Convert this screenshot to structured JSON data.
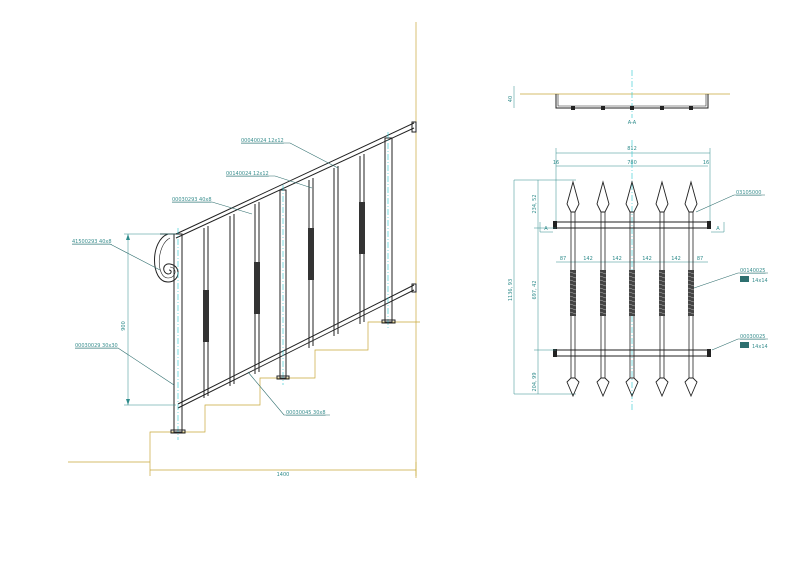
{
  "colors": {
    "background": "#ffffff",
    "outline": "#222222",
    "dimension": "#2e8b8b",
    "centerline": "#27c7d0",
    "ground": "#c9a83a",
    "leader": "#2e6d6d"
  },
  "side_view": {
    "labels": {
      "top_rail_bar": "00040024  12x12",
      "sub_rail_bar": "00140024  12x12",
      "handrail": "00030293  40x8",
      "volute": "41500293  40x8",
      "newel_post": "00030029  30x30",
      "bottom_rail": "00030045  30x8"
    },
    "dims": {
      "height": "900",
      "overall_length": "1400"
    }
  },
  "front_view": {
    "section_label": "A-A",
    "section_marker": "A",
    "dims": {
      "top_offset": "40",
      "overall_width": "812",
      "inner_width": "780",
      "edge_left": "16",
      "edge_right": "16",
      "spacing": [
        "87",
        "142",
        "142",
        "142",
        "142",
        "87"
      ],
      "total_height": "1136, 93",
      "top_section": "234, 52",
      "middle_section": "697, 42",
      "bottom_section": "204, 99"
    },
    "labels": {
      "finial_code": "03105000",
      "bar_code": "00140025",
      "bar_size": "14x14",
      "rail_code": "00030025",
      "rail_size": "14x14"
    }
  }
}
